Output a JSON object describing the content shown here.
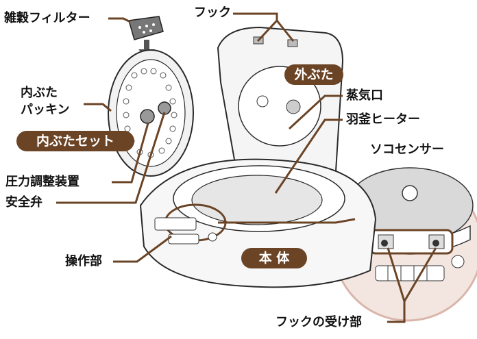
{
  "labels": {
    "grain_filter": "雑穀フィルター",
    "hook": "フック",
    "outer_lid": "外ぶた",
    "steam_port": "蒸気口",
    "hagama_heater": "羽釜ヒーター",
    "soko_sensor": "ソコセンサー",
    "inner_lid_packing_1": "内ぶた",
    "inner_lid_packing_2": "パッキン",
    "inner_lid_set": "内ぶたセット",
    "pressure_adjuster": "圧力調整装置",
    "safety_valve": "安全弁",
    "control_panel": "操作部",
    "main_body": "本 体",
    "hook_receiver": "フックの受け部"
  },
  "colors": {
    "pill_bg": "#6b4426",
    "leader": "#6b4426",
    "outline": "#2a2a2a",
    "zoom_fill": "#f3e6e1",
    "zoom_border": "#d9b5aa"
  }
}
